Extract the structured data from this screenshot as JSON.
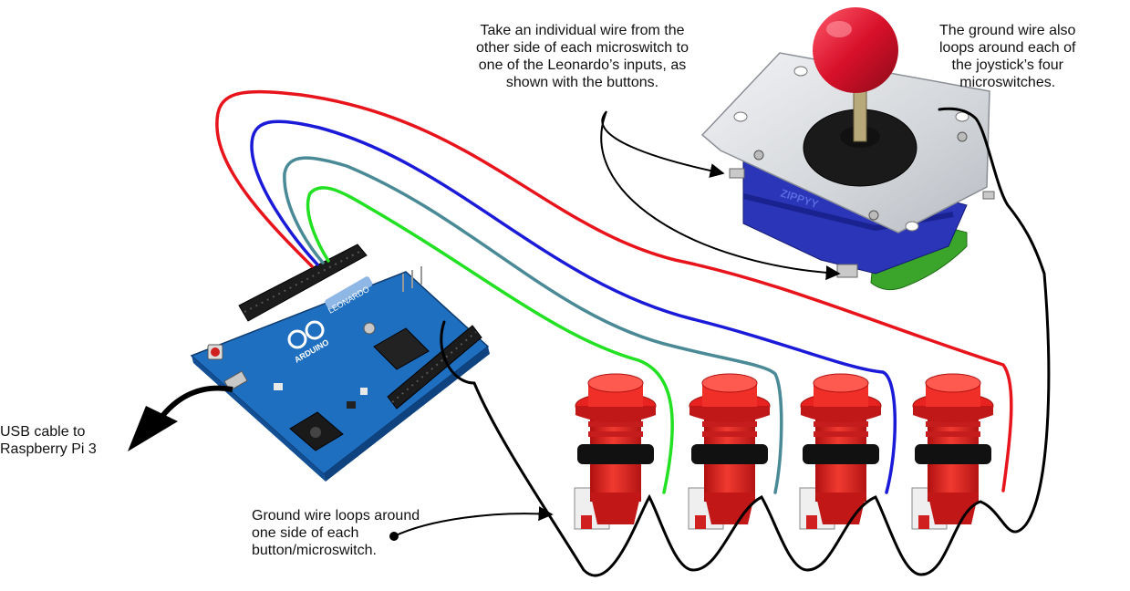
{
  "labels": {
    "usb": [
      "USB cable to",
      "Raspberry Pi 3"
    ],
    "wires": [
      "Take an individual wire from the",
      "other side of each microswitch to",
      "one of the Leonardo’s inputs, as",
      "shown with the buttons."
    ],
    "ground_joystick": [
      "The ground wire also",
      "loops around each of",
      "the joystick’s four",
      "microswitches."
    ],
    "ground_buttons": [
      "Ground wire loops around",
      "one side of each",
      "button/microswitch."
    ]
  },
  "board": {
    "brand": "ARDUINO",
    "model": "LEONARDO"
  },
  "joystick": {
    "brand": "ZIPPYY"
  },
  "colors": {
    "wire_red": "#e8141c",
    "wire_blue": "#1a1ad8",
    "wire_teal": "#4a8a96",
    "wire_green": "#22e022",
    "ground": "#000000",
    "board": "#1f6fc0",
    "button_red": "#e8221e",
    "ball_red": "#d8102a",
    "plate": "#d8dbe0"
  }
}
